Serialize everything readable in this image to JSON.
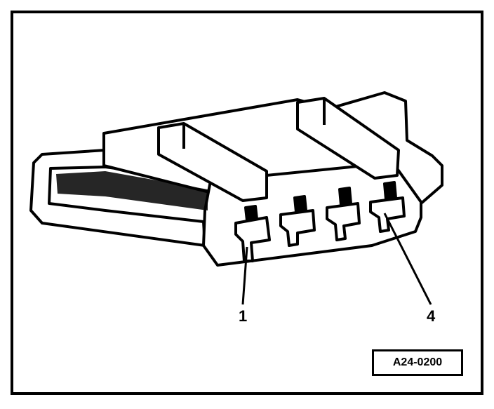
{
  "figure": {
    "callouts": [
      {
        "id": "1",
        "label": "1"
      },
      {
        "id": "4",
        "label": "4"
      }
    ],
    "reference_code": "A24-0200"
  }
}
